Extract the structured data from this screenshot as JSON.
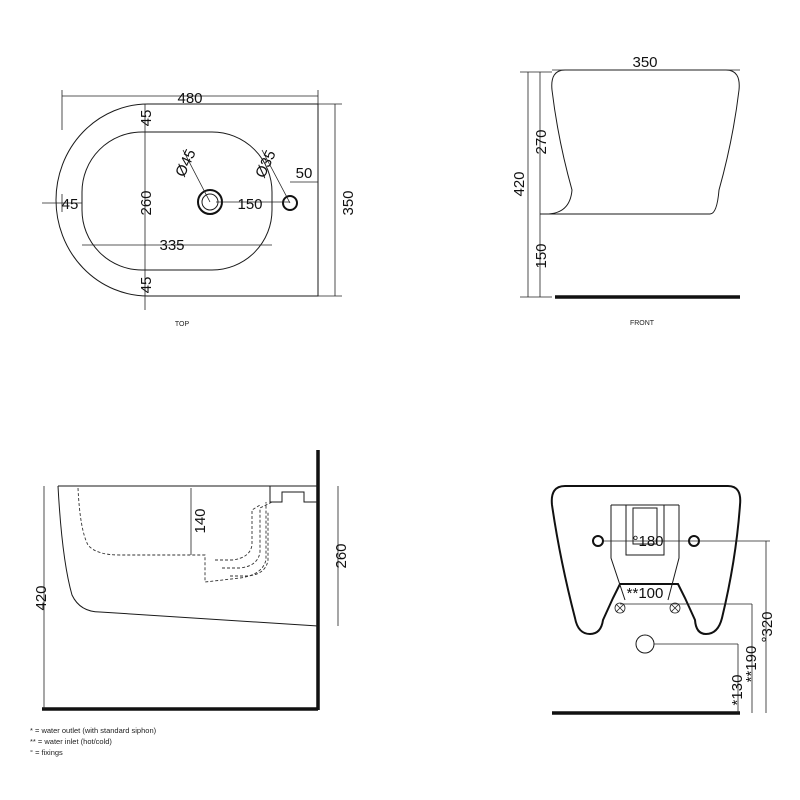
{
  "views": {
    "top": {
      "caption": "TOP",
      "dims": {
        "overall_width": "480",
        "depth": "350",
        "rim_top": "45",
        "rim_bottom": "45",
        "rim_left": "45",
        "bowl_height": "260",
        "bowl_width": "335",
        "tap_hole": "Ø45",
        "overflow_hole": "Ø35",
        "hole_spacing": "150",
        "hole_offset": "50"
      }
    },
    "front": {
      "caption": "FRONT",
      "dims": {
        "width": "350",
        "body_height": "270",
        "total_height": "420",
        "floor_clearance": "150"
      }
    },
    "side": {
      "dims": {
        "total_height": "420",
        "bowl_depth": "140",
        "outlet_height": "260"
      }
    },
    "back": {
      "dims": {
        "fixing_spacing": "°180",
        "inlet_spacing": "**100",
        "fixing_height": "°320",
        "inlet_height": "**190",
        "outlet_height": "*130"
      }
    }
  },
  "legend": [
    "* = water outlet (with standard siphon)",
    "** = water inlet (hot/cold)",
    "° = fixings"
  ]
}
